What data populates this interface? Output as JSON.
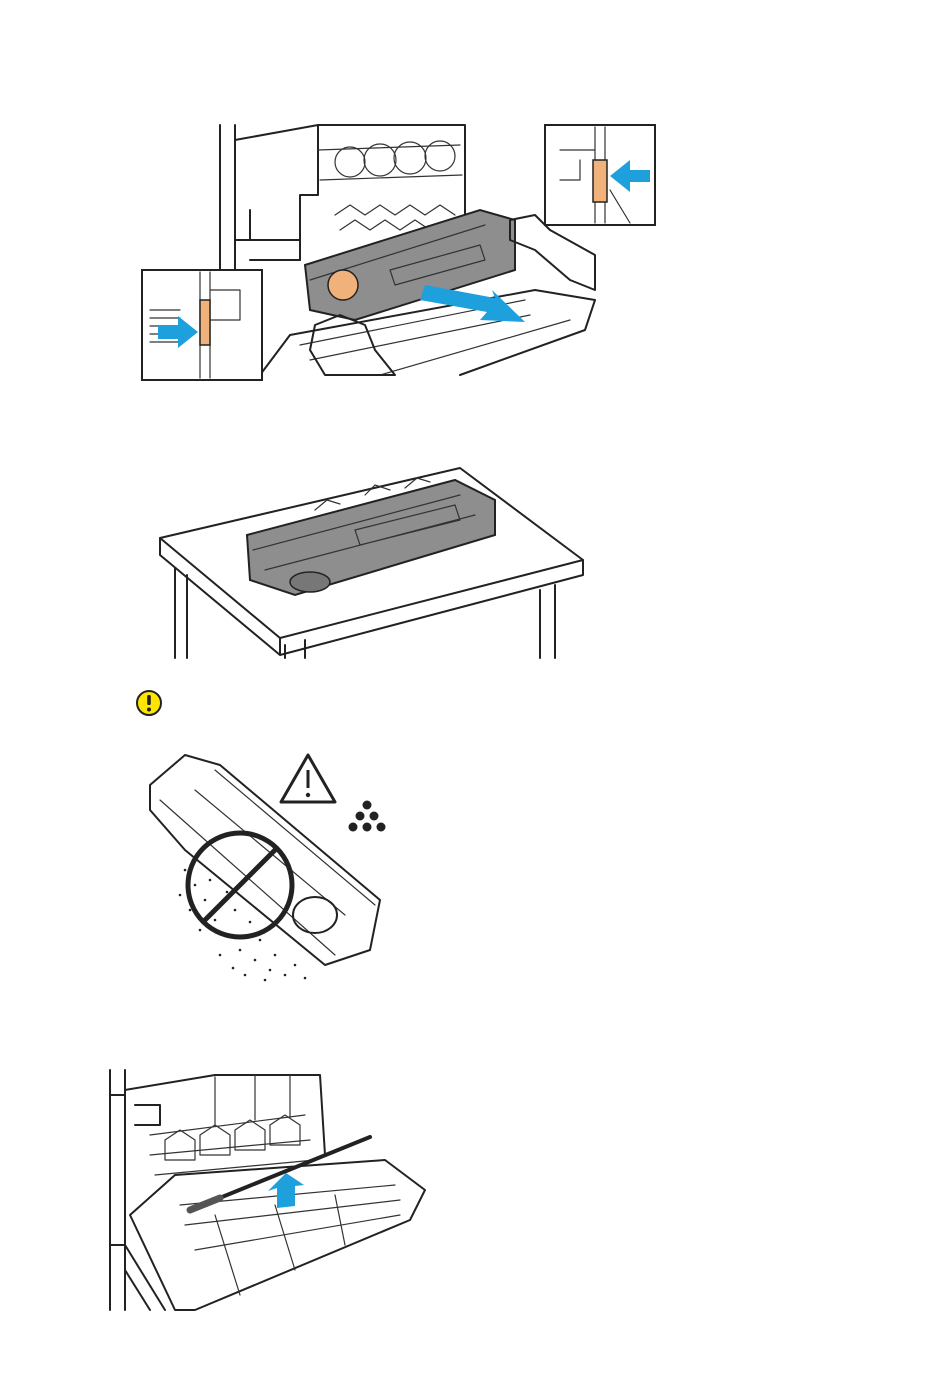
{
  "page": {
    "background": "#ffffff"
  },
  "colors": {
    "arrow_blue": "#1ea0dc",
    "latch_orange": "#f0b27a",
    "cartridge_gray": "#8e8e8e",
    "caution_yellow": "#ffe600"
  },
  "figures": [
    {
      "id": "remove-waste-cartridge",
      "icons": [
        "hand",
        "arrow-right-down",
        "latch-inset-left",
        "latch-inset-right"
      ]
    },
    {
      "id": "cartridge-on-table",
      "icons": [
        "table",
        "waste-toner-cartridge"
      ]
    },
    {
      "id": "caution-do-not-tilt",
      "icons": [
        "caution-icon",
        "warning-triangle-icon",
        "toner-dots-icon",
        "prohibition-icon"
      ]
    },
    {
      "id": "clean-with-rod",
      "icons": [
        "cleaning-rod",
        "arrow-up"
      ]
    }
  ]
}
